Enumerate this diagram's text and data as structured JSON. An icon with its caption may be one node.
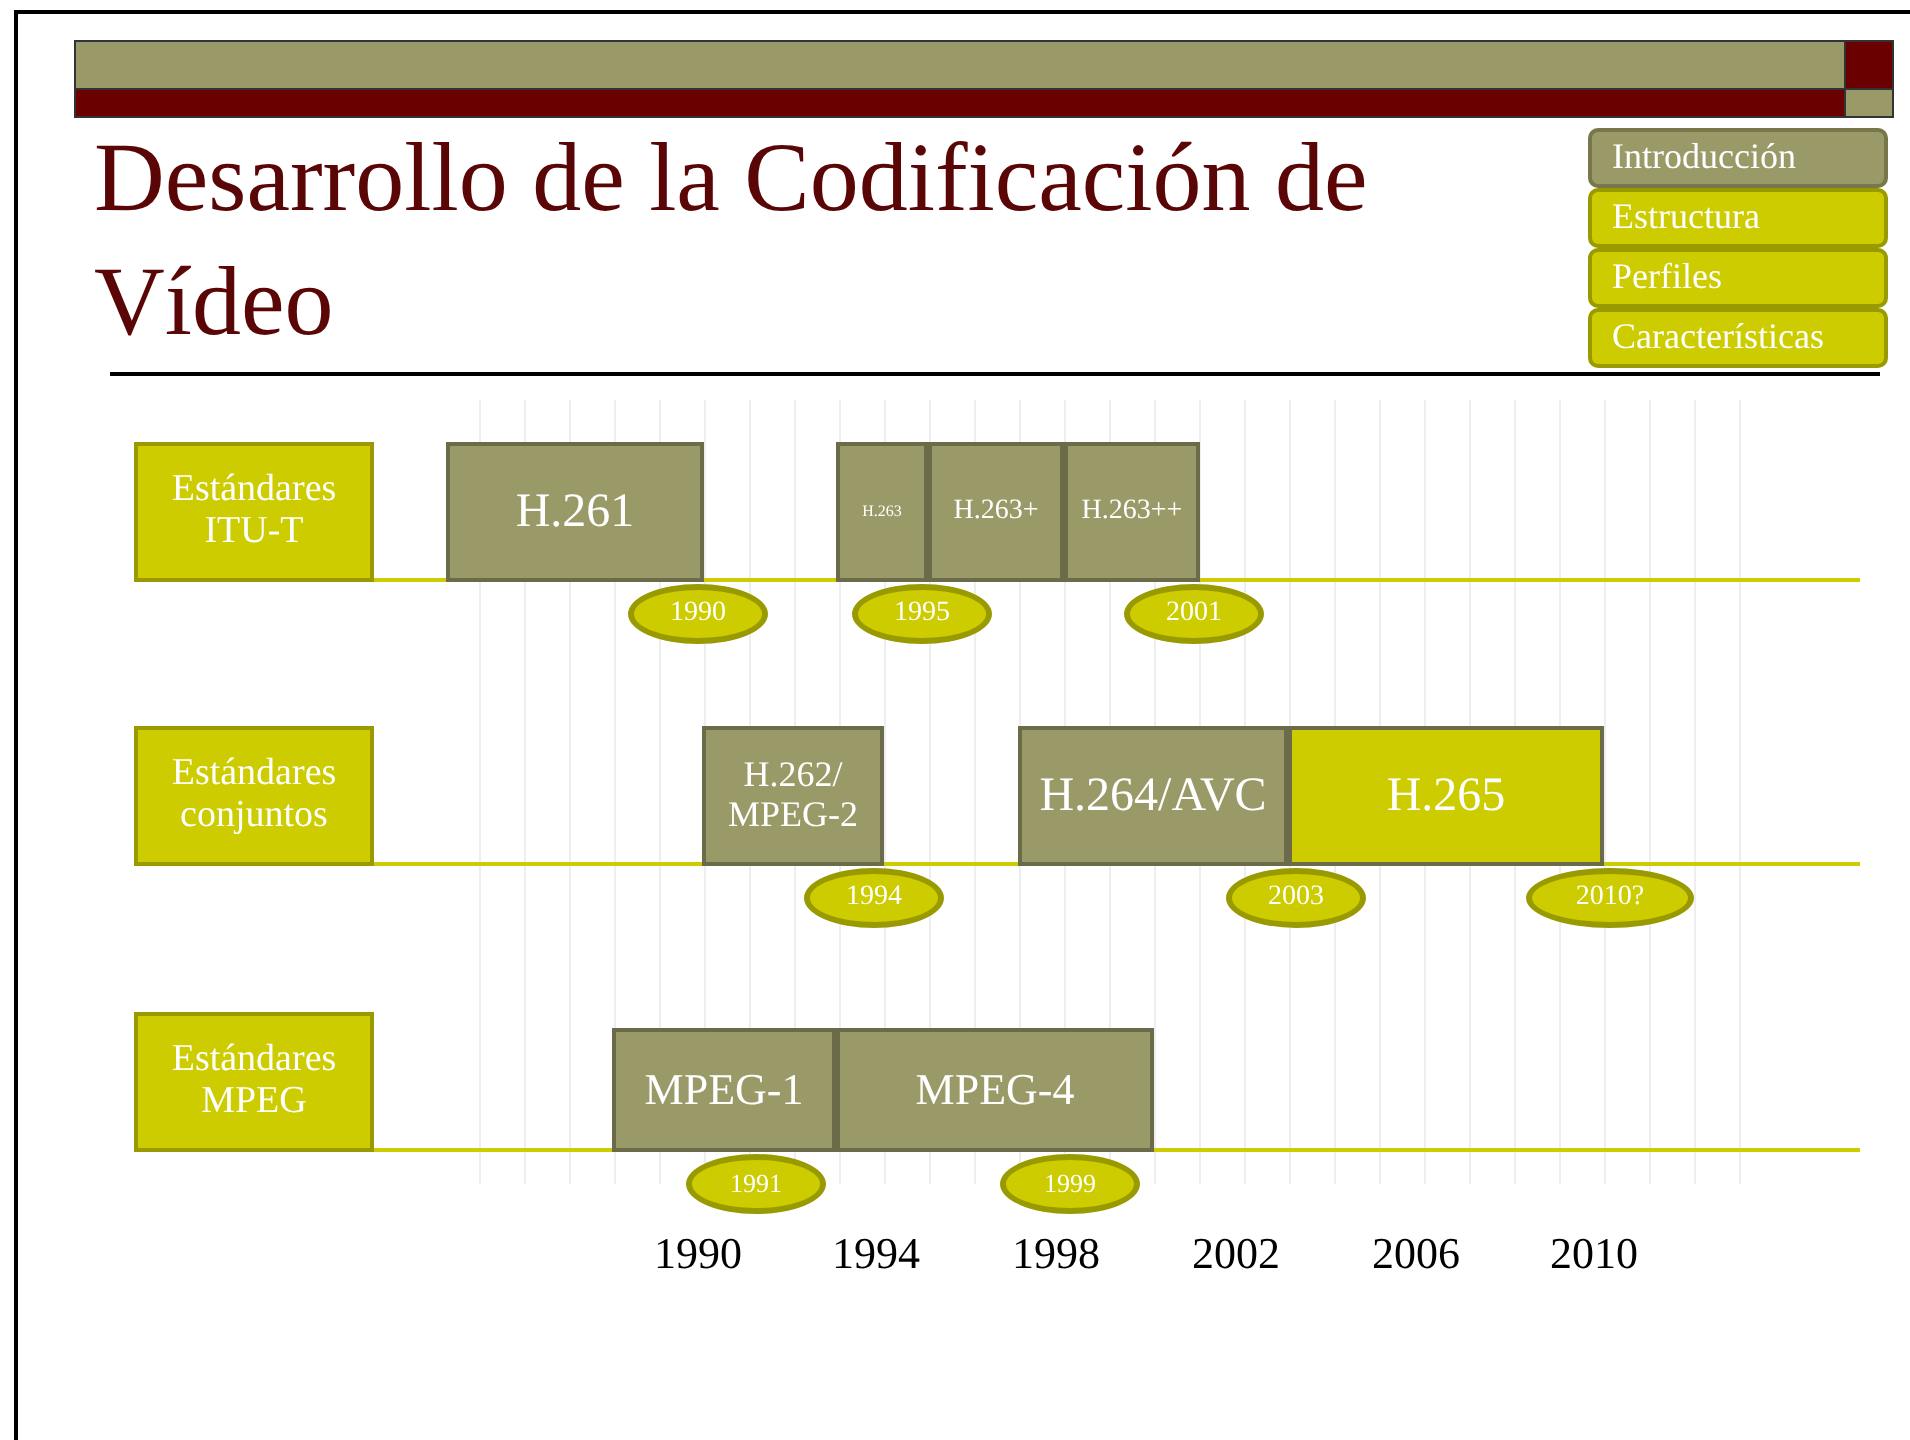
{
  "diagram": {
    "title": "Desarrollo de la Codificación de Vídeo",
    "nodes": [
      {
        "text": [
          "Introducción"
        ]
      },
      {
        "text": [
          "Estructura"
        ]
      },
      {
        "text": [
          "Perfiles"
        ]
      },
      {
        "text": [
          "Características"
        ]
      },
      {
        "text": [
          "Estándares ITU-T"
        ]
      },
      {
        "text": [
          "H.261"
        ]
      },
      {
        "text": [
          "1990"
        ]
      },
      {
        "text": [
          "H.263"
        ]
      },
      {
        "text": [
          "H.263+"
        ]
      },
      {
        "text": [
          "H.263++"
        ]
      },
      {
        "text": [
          "1995"
        ]
      },
      {
        "text": [
          "2001"
        ]
      },
      {
        "text": [
          "Estándares conjuntos"
        ]
      },
      {
        "text": [
          "H.262/ MPEG-2"
        ]
      },
      {
        "text": [
          "1994"
        ]
      },
      {
        "text": [
          "H.264/AVC"
        ]
      },
      {
        "text": [
          "H.265"
        ]
      },
      {
        "text": [
          "2003"
        ]
      },
      {
        "text": [
          "2010?"
        ]
      },
      {
        "text": [
          "Estándares MPEG"
        ]
      },
      {
        "text": [
          "MPEG-1"
        ]
      },
      {
        "text": [
          "MPEG-4"
        ]
      },
      {
        "text": [
          "1991"
        ]
      },
      {
        "text": [
          "1999"
        ]
      }
    ],
    "labels": [
      "1990",
      "1994",
      "1998",
      "2002",
      "2006",
      "2010"
    ]
  }
}
